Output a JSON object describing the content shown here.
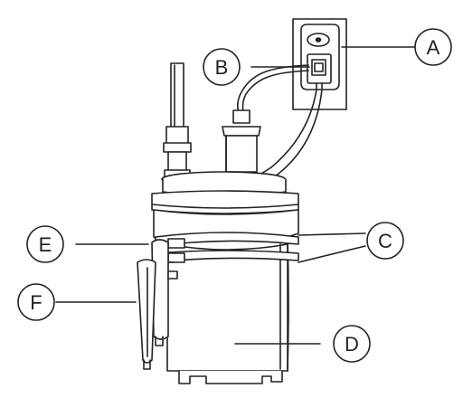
{
  "callouts": {
    "a": {
      "letter": "A"
    },
    "b": {
      "letter": "B"
    },
    "c": {
      "letter": "C"
    },
    "d": {
      "letter": "D"
    },
    "e": {
      "letter": "E"
    },
    "f": {
      "letter": "F"
    }
  },
  "colors": {
    "stroke": "#222222",
    "fill": "#ffffff"
  }
}
